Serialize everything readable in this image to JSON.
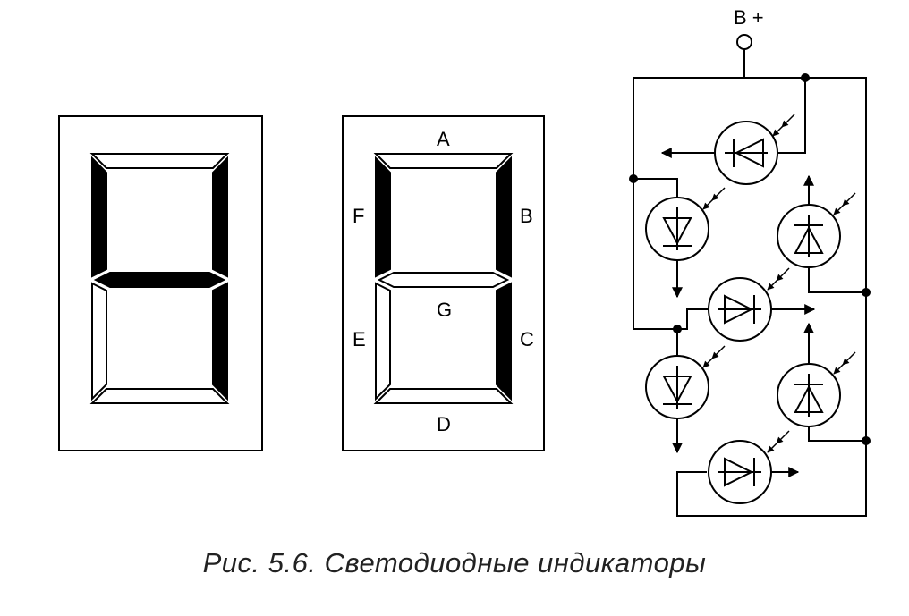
{
  "figure": {
    "caption": "Рис. 5.6. Светодиодные индикаторы"
  },
  "segment_labels": {
    "a": "A",
    "b": "B",
    "c": "C",
    "d": "D",
    "e": "E",
    "f": "F",
    "g": "G"
  },
  "circuit": {
    "power_label": "B +"
  },
  "indicator_left": {
    "lit_segments": [
      "b",
      "f",
      "g",
      "c"
    ]
  },
  "indicator_right": {
    "lit_segments": [
      "b",
      "f",
      "c"
    ]
  },
  "colors": {
    "lit": "#000000",
    "unlit": "#ffffff",
    "stroke": "#000000"
  }
}
